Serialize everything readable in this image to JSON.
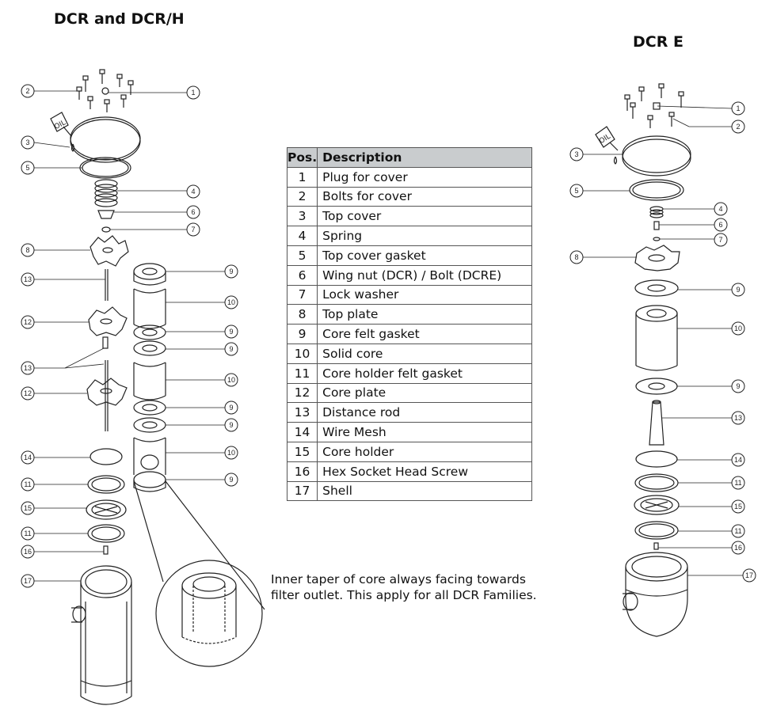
{
  "titles": {
    "left": "DCR and DCR/H",
    "right": "DCR E"
  },
  "oil_label": "OIL",
  "table": {
    "headers": {
      "pos": "Pos.",
      "description": "Description"
    },
    "rows": [
      {
        "pos": "1",
        "description": "Plug for cover"
      },
      {
        "pos": "2",
        "description": "Bolts for cover"
      },
      {
        "pos": "3",
        "description": "Top cover"
      },
      {
        "pos": "4",
        "description": "Spring"
      },
      {
        "pos": "5",
        "description": "Top cover gasket"
      },
      {
        "pos": "6",
        "description": "Wing nut (DCR) / Bolt (DCRE)"
      },
      {
        "pos": "7",
        "description": "Lock washer"
      },
      {
        "pos": "8",
        "description": "Top plate"
      },
      {
        "pos": "9",
        "description": "Core felt gasket"
      },
      {
        "pos": "10",
        "description": "Solid core"
      },
      {
        "pos": "11",
        "description": "Core holder felt gasket"
      },
      {
        "pos": "12",
        "description": "Core plate"
      },
      {
        "pos": "13",
        "description": "Distance rod"
      },
      {
        "pos": "14",
        "description": "Wire Mesh"
      },
      {
        "pos": "15",
        "description": "Core holder"
      },
      {
        "pos": "16",
        "description": "Hex Socket Head Screw"
      },
      {
        "pos": "17",
        "description": "Shell"
      }
    ]
  },
  "note": {
    "line1": "Inner taper of core always facing towards",
    "line2": "filter outlet. This apply for all DCR Families."
  },
  "callouts": {
    "left_outer": [
      "2",
      "1",
      "3",
      "5",
      "4",
      "6",
      "7",
      "8",
      "13",
      "12",
      "13",
      "12",
      "14",
      "11",
      "15",
      "11",
      "16",
      "17"
    ],
    "left_column": [
      "9",
      "10",
      "9",
      "9",
      "10",
      "9",
      "9",
      "10",
      "9"
    ],
    "right": [
      "1",
      "2",
      "3",
      "5",
      "4",
      "6",
      "7",
      "8",
      "9",
      "10",
      "9",
      "13",
      "14",
      "11",
      "15",
      "11",
      "16",
      "17"
    ]
  },
  "colors": {
    "line": "#222222",
    "table_header_bg": "#c9ccce",
    "table_border": "#555555"
  }
}
